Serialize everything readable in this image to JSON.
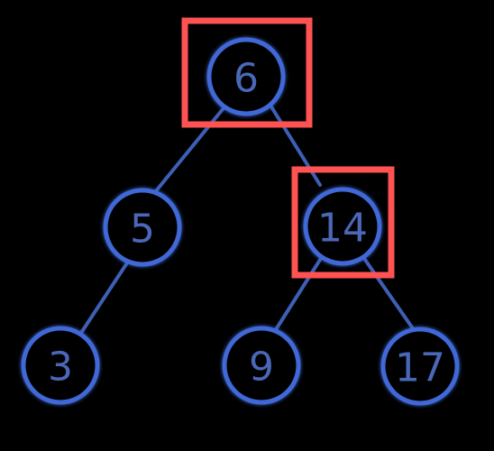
{
  "tree": {
    "nodes": [
      {
        "id": "n6",
        "label": "6"
      },
      {
        "id": "n5",
        "label": "5"
      },
      {
        "id": "n14",
        "label": "14"
      },
      {
        "id": "n3",
        "label": "3"
      },
      {
        "id": "n9",
        "label": "9"
      },
      {
        "id": "n17",
        "label": "17"
      }
    ],
    "edges": [
      {
        "from": "n6",
        "to": "n5"
      },
      {
        "from": "n6",
        "to": "n14"
      },
      {
        "from": "n5",
        "to": "n3"
      },
      {
        "from": "n14",
        "to": "n9"
      },
      {
        "from": "n14",
        "to": "n17"
      }
    ],
    "highlighted": [
      "n6",
      "n14"
    ],
    "colors": {
      "background": "#000000",
      "node_stroke": "#3f68d6",
      "edge": "#3d5fb5",
      "label": "#4a67b8",
      "highlight": "#ff5252"
    }
  }
}
